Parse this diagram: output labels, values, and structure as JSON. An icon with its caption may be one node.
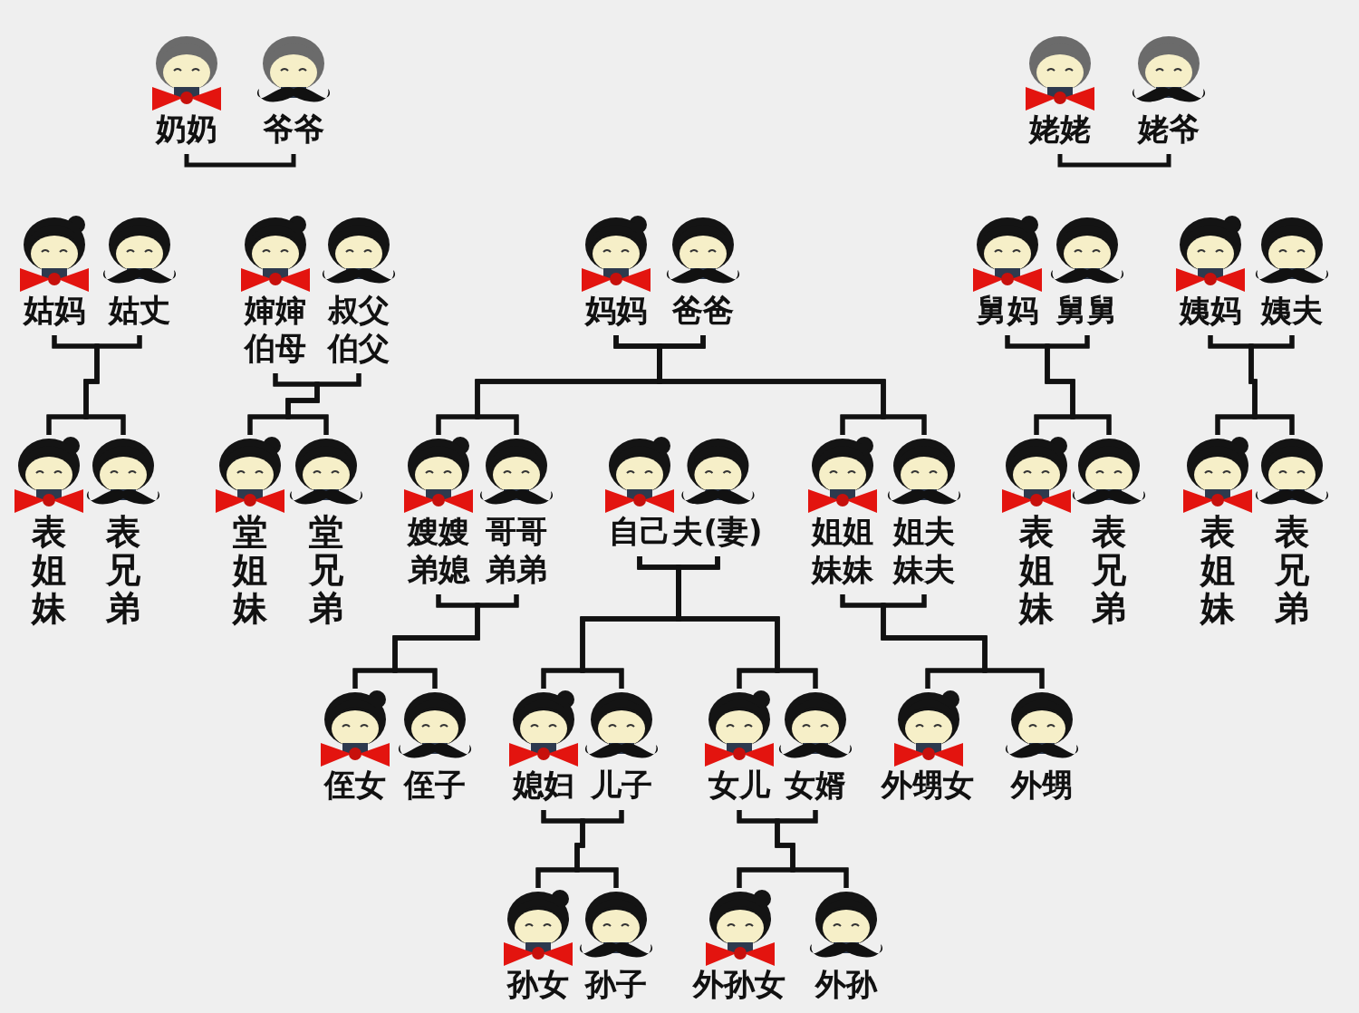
{
  "diagram": {
    "nodes": [
      {
        "text": [
          "奶奶"
        ]
      },
      {
        "text": [
          "爷爷"
        ]
      },
      {
        "text": [
          "姥姥"
        ]
      },
      {
        "text": [
          "姥爷"
        ]
      },
      {
        "text": [
          "姑妈"
        ]
      },
      {
        "text": [
          "姑丈"
        ]
      },
      {
        "text": [
          "婶婶",
          "伯母"
        ]
      },
      {
        "text": [
          "叔父",
          "伯父"
        ]
      },
      {
        "text": [
          "妈妈"
        ]
      },
      {
        "text": [
          "爸爸"
        ]
      },
      {
        "text": [
          "舅妈"
        ]
      },
      {
        "text": [
          "舅舅"
        ]
      },
      {
        "text": [
          "姨妈"
        ]
      },
      {
        "text": [
          "姨夫"
        ]
      },
      {
        "text": [
          "表姐妹"
        ]
      },
      {
        "text": [
          "表兄弟"
        ]
      },
      {
        "text": [
          "堂姐妹"
        ]
      },
      {
        "text": [
          "堂兄弟"
        ]
      },
      {
        "text": [
          "嫂嫂",
          "弟媳"
        ]
      },
      {
        "text": [
          "哥哥",
          "弟弟"
        ]
      },
      {
        "text": [
          "自己"
        ]
      },
      {
        "text": [
          "夫(妻)"
        ]
      },
      {
        "text": [
          "姐姐",
          "妹妹"
        ]
      },
      {
        "text": [
          "姐夫",
          "妹夫"
        ]
      },
      {
        "text": [
          "表姐妹"
        ]
      },
      {
        "text": [
          "表兄弟"
        ]
      },
      {
        "text": [
          "表姐妹"
        ]
      },
      {
        "text": [
          "表兄弟"
        ]
      },
      {
        "text": [
          "侄女"
        ]
      },
      {
        "text": [
          "侄子"
        ]
      },
      {
        "text": [
          "媳妇"
        ]
      },
      {
        "text": [
          "儿子"
        ]
      },
      {
        "text": [
          "女儿"
        ]
      },
      {
        "text": [
          "女婿"
        ]
      },
      {
        "text": [
          "外甥女"
        ]
      },
      {
        "text": [
          "外甥"
        ]
      },
      {
        "text": [
          "孙女"
        ]
      },
      {
        "text": [
          "孙子"
        ]
      },
      {
        "text": [
          "外孙女"
        ]
      },
      {
        "text": [
          "外孙"
        ]
      }
    ],
    "edges": [
      {
        "from": 0,
        "to": 1,
        "arrow": "none"
      },
      {
        "from": 2,
        "to": 3,
        "arrow": "none"
      },
      {
        "from": 4,
        "to": 14,
        "arrow": "none"
      },
      {
        "from": 4,
        "to": 15,
        "arrow": "none"
      },
      {
        "from": 5,
        "to": 14,
        "arrow": "none"
      },
      {
        "from": 5,
        "to": 15,
        "arrow": "none"
      },
      {
        "from": 6,
        "to": 16,
        "arrow": "none"
      },
      {
        "from": 6,
        "to": 17,
        "arrow": "none"
      },
      {
        "from": 7,
        "to": 16,
        "arrow": "none"
      },
      {
        "from": 7,
        "to": 17,
        "arrow": "none"
      },
      {
        "from": 8,
        "to": 18,
        "arrow": "none"
      },
      {
        "from": 8,
        "to": 19,
        "arrow": "none"
      },
      {
        "from": 8,
        "to": 22,
        "arrow": "none"
      },
      {
        "from": 8,
        "to": 23,
        "arrow": "none"
      },
      {
        "from": 9,
        "to": 18,
        "arrow": "none"
      },
      {
        "from": 9,
        "to": 19,
        "arrow": "none"
      },
      {
        "from": 9,
        "to": 22,
        "arrow": "none"
      },
      {
        "from": 9,
        "to": 23,
        "arrow": "none"
      },
      {
        "from": 10,
        "to": 24,
        "arrow": "none"
      },
      {
        "from": 10,
        "to": 25,
        "arrow": "none"
      },
      {
        "from": 11,
        "to": 24,
        "arrow": "none"
      },
      {
        "from": 11,
        "to": 25,
        "arrow": "none"
      },
      {
        "from": 12,
        "to": 26,
        "arrow": "none"
      },
      {
        "from": 12,
        "to": 27,
        "arrow": "none"
      },
      {
        "from": 13,
        "to": 26,
        "arrow": "none"
      },
      {
        "from": 13,
        "to": 27,
        "arrow": "none"
      },
      {
        "from": 18,
        "to": 28,
        "arrow": "none"
      },
      {
        "from": 18,
        "to": 29,
        "arrow": "none"
      },
      {
        "from": 19,
        "to": 28,
        "arrow": "none"
      },
      {
        "from": 19,
        "to": 29,
        "arrow": "none"
      },
      {
        "from": 20,
        "to": 30,
        "arrow": "none"
      },
      {
        "from": 20,
        "to": 31,
        "arrow": "none"
      },
      {
        "from": 20,
        "to": 32,
        "arrow": "none"
      },
      {
        "from": 20,
        "to": 33,
        "arrow": "none"
      },
      {
        "from": 21,
        "to": 30,
        "arrow": "none"
      },
      {
        "from": 21,
        "to": 31,
        "arrow": "none"
      },
      {
        "from": 21,
        "to": 32,
        "arrow": "none"
      },
      {
        "from": 21,
        "to": 33,
        "arrow": "none"
      },
      {
        "from": 22,
        "to": 34,
        "arrow": "none"
      },
      {
        "from": 22,
        "to": 35,
        "arrow": "none"
      },
      {
        "from": 23,
        "to": 34,
        "arrow": "none"
      },
      {
        "from": 23,
        "to": 35,
        "arrow": "none"
      },
      {
        "from": 30,
        "to": 36,
        "arrow": "none"
      },
      {
        "from": 30,
        "to": 37,
        "arrow": "none"
      },
      {
        "from": 31,
        "to": 36,
        "arrow": "none"
      },
      {
        "from": 31,
        "to": 37,
        "arrow": "none"
      },
      {
        "from": 32,
        "to": 38,
        "arrow": "none"
      },
      {
        "from": 32,
        "to": 39,
        "arrow": "none"
      },
      {
        "from": 33,
        "to": 38,
        "arrow": "none"
      },
      {
        "from": 33,
        "to": 39,
        "arrow": "none"
      }
    ]
  }
}
